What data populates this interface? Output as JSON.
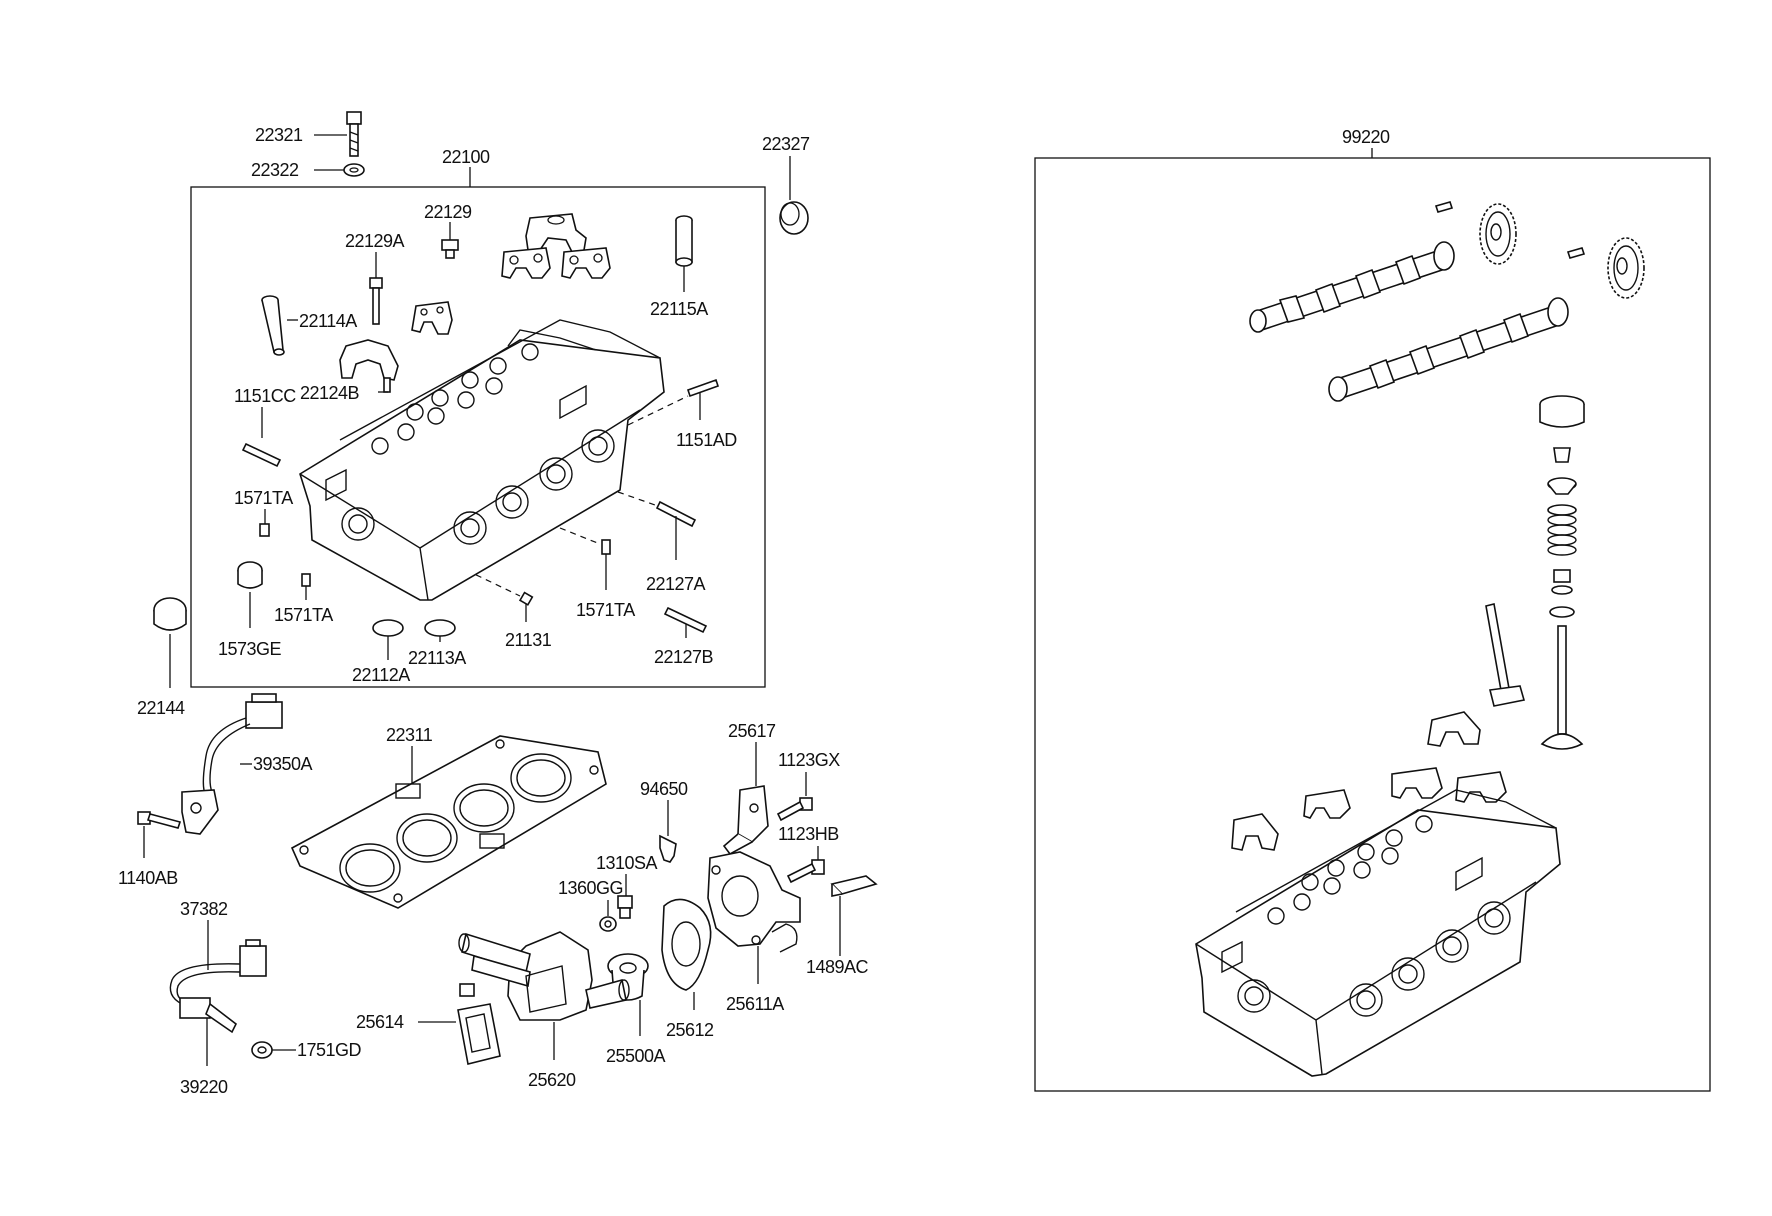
{
  "labels": {
    "l22321": "22321",
    "l22322": "22322",
    "l22100": "22100",
    "l22327": "22327",
    "l22129": "22129",
    "l22129A": "22129A",
    "l22114A": "22114A",
    "l22115A": "22115A",
    "l1151CC": "1151CC",
    "l22124B": "22124B",
    "l1151AD": "1151AD",
    "l1571TA_a": "1571TA",
    "l1571TA_b": "1571TA",
    "l1571TA_c": "1571TA",
    "l22127A": "22127A",
    "l22127B": "22127B",
    "l1573GE": "1573GE",
    "l22112A": "22112A",
    "l22113A": "22113A",
    "l21131": "21131",
    "l22144": "22144",
    "l39350A": "39350A",
    "l1140AB": "1140AB",
    "l22311": "22311",
    "l25617": "25617",
    "l1123GX": "1123GX",
    "l94650": "94650",
    "l1123HB": "1123HB",
    "l1310SA": "1310SA",
    "l1360GG": "1360GG",
    "l1489AC": "1489AC",
    "l25611A": "25611A",
    "l25612": "25612",
    "l25500A": "25500A",
    "l25614": "25614",
    "l25620": "25620",
    "l37382": "37382",
    "l39220": "39220",
    "l1751GD": "1751GD",
    "l99220": "99220"
  }
}
